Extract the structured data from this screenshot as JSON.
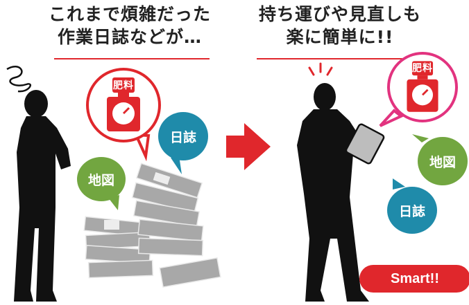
{
  "left_caption": {
    "line1": "これまで煩雑だった",
    "line2": "作業日誌などが…"
  },
  "right_caption": {
    "line1": "持ち運びや見直しも",
    "line2": "楽に簡単に!!"
  },
  "tags": {
    "fertilizer": "肥料",
    "map": "地図",
    "diary": "日誌"
  },
  "smart_button": "Smart!!",
  "colors": {
    "accent_red": "#e0272c",
    "pink": "#e2337f",
    "green": "#72a640",
    "blue": "#1f8baa",
    "silhouette": "#111111",
    "paper_gray": "#a8a8a8"
  }
}
